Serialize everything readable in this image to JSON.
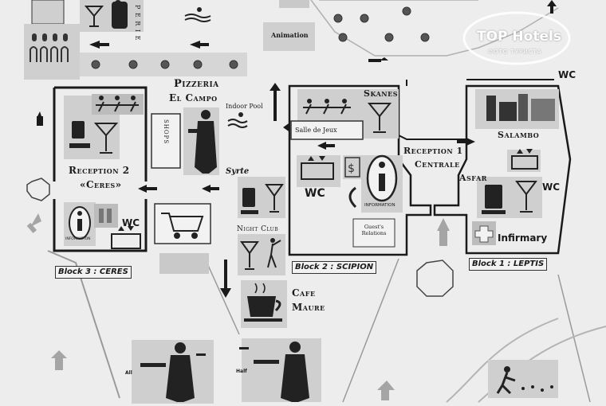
{
  "labels": {
    "pizzeria": "Pizzeria",
    "el_campo": "El Campo",
    "indoor_pool": "Indoor Pool",
    "animation": "Animation",
    "shops": "SHOPS",
    "reception2": "Reception 2",
    "ceres_quote": "«Ceres»",
    "syrte": "Syrte",
    "night_club": "Night Club",
    "cafe": "Cafe",
    "maure": "Maure",
    "skanes": "Skanes",
    "salle_de_jeux": "Salle de Jeux",
    "reception1": "Reception 1",
    "centrale": "Centrale",
    "asfar": "Asfar",
    "salambo": "Salambo",
    "guests_relations": "Guest's Relations",
    "information": "INFORMATION",
    "infirmary": "Infirmary",
    "wc": "WC",
    "all": "All",
    "half": "Half",
    "perie": "P E R I E"
  },
  "blocks": {
    "block3": "Block 3 : CERES",
    "block2": "Block 2 : SCIPION",
    "block1": "Block 1 : LEPTIS"
  },
  "watermark": {
    "brand": "TOP Hotels",
    "sub": "ФОТО ТУРИСТА"
  },
  "colors": {
    "background": "#ededed",
    "wall": "#1a1a1a",
    "icon_bg": "#cfcfcf",
    "arrow_gray": "#a5a5a5"
  }
}
